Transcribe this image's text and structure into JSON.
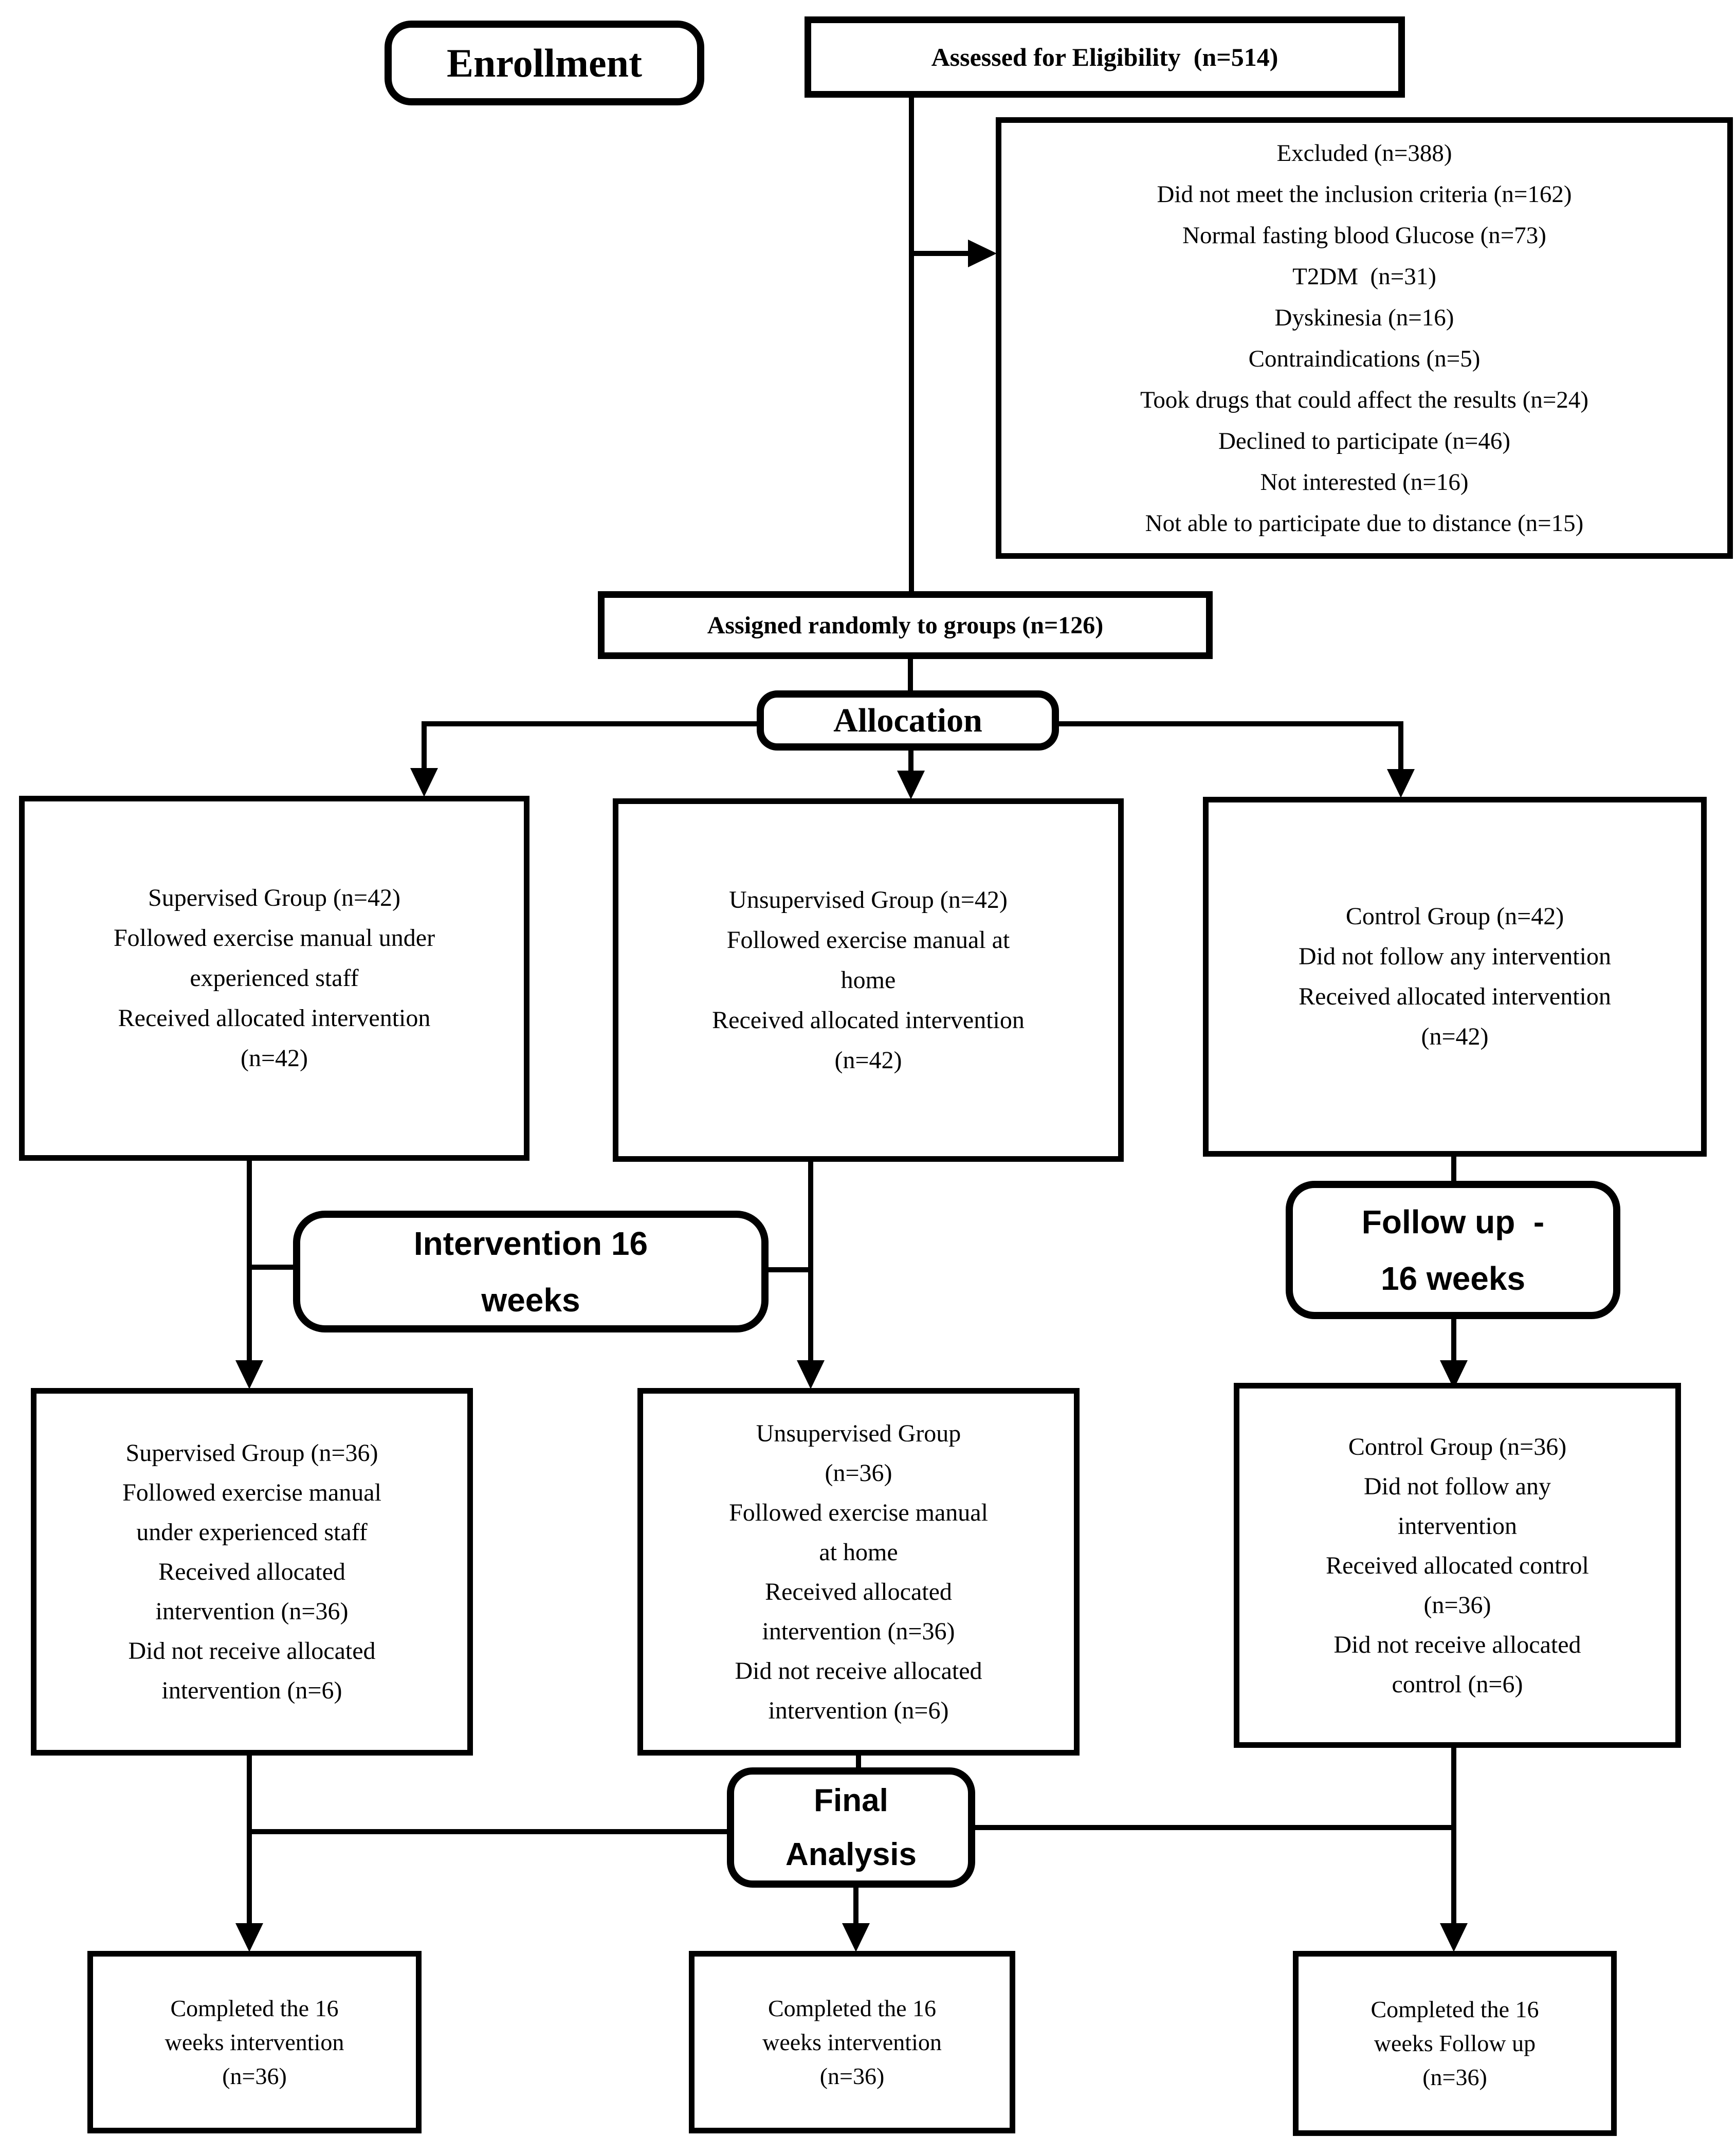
{
  "diagram": {
    "enrollment": {
      "label": "Enrollment"
    },
    "assessed": {
      "text": "Assessed for Eligibility  (n=514)"
    },
    "excluded": {
      "lines": [
        "Excluded (n=388)",
        "Did not meet the inclusion criteria (n=162)",
        "Normal fasting blood Glucose (n=73)",
        "T2DM  (n=31)",
        "Dyskinesia (n=16)",
        "Contraindications (n=5)",
        "Took drugs that could affect the results (n=24)",
        "Declined to participate (n=46)",
        "Not interested (n=16)",
        "Not able to participate due to distance (n=15)"
      ]
    },
    "assigned": {
      "text": "Assigned randomly to groups (n=126)"
    },
    "allocation": {
      "label": "Allocation"
    },
    "groups_allocated": {
      "supervised": {
        "lines": [
          "Supervised Group (n=42)",
          "Followed exercise manual under",
          "experienced staff",
          "Received allocated intervention",
          "(n=42)"
        ]
      },
      "unsupervised": {
        "lines": [
          "Unsupervised Group (n=42)",
          "Followed exercise manual at",
          "home",
          "Received allocated intervention",
          "(n=42)"
        ]
      },
      "control": {
        "lines": [
          "Control Group (n=42)",
          "Did not follow any intervention",
          "Received allocated intervention",
          "(n=42)"
        ]
      }
    },
    "intervention": {
      "lines": [
        "Intervention 16",
        "weeks"
      ]
    },
    "followup": {
      "lines": [
        "Follow up  -",
        "16 weeks"
      ]
    },
    "groups_post": {
      "supervised": {
        "lines": [
          "Supervised Group (n=36)",
          "Followed exercise manual",
          "under experienced staff",
          "Received allocated",
          "intervention (n=36)",
          "Did not receive allocated",
          "intervention (n=6)"
        ]
      },
      "unsupervised": {
        "lines": [
          "Unsupervised Group",
          "(n=36)",
          "Followed exercise manual",
          "at home",
          "Received allocated",
          "intervention (n=36)",
          "Did not receive allocated",
          "intervention (n=6)"
        ]
      },
      "control": {
        "lines": [
          "Control Group (n=36)",
          "Did not follow any",
          "intervention",
          "Received allocated control",
          "(n=36)",
          "Did not receive allocated",
          "control (n=6)"
        ]
      }
    },
    "final_analysis": {
      "lines": [
        "Final",
        "Analysis"
      ]
    },
    "completed": {
      "supervised": {
        "lines": [
          "Completed the 16",
          "weeks intervention",
          "(n=36)"
        ]
      },
      "unsupervised": {
        "lines": [
          "Completed the 16",
          "weeks intervention",
          "(n=36)"
        ]
      },
      "control": {
        "lines": [
          "Completed the 16",
          "weeks Follow up",
          "(n=36)"
        ]
      }
    }
  },
  "colors": {
    "ink": "#000000",
    "background": "#ffffff"
  }
}
